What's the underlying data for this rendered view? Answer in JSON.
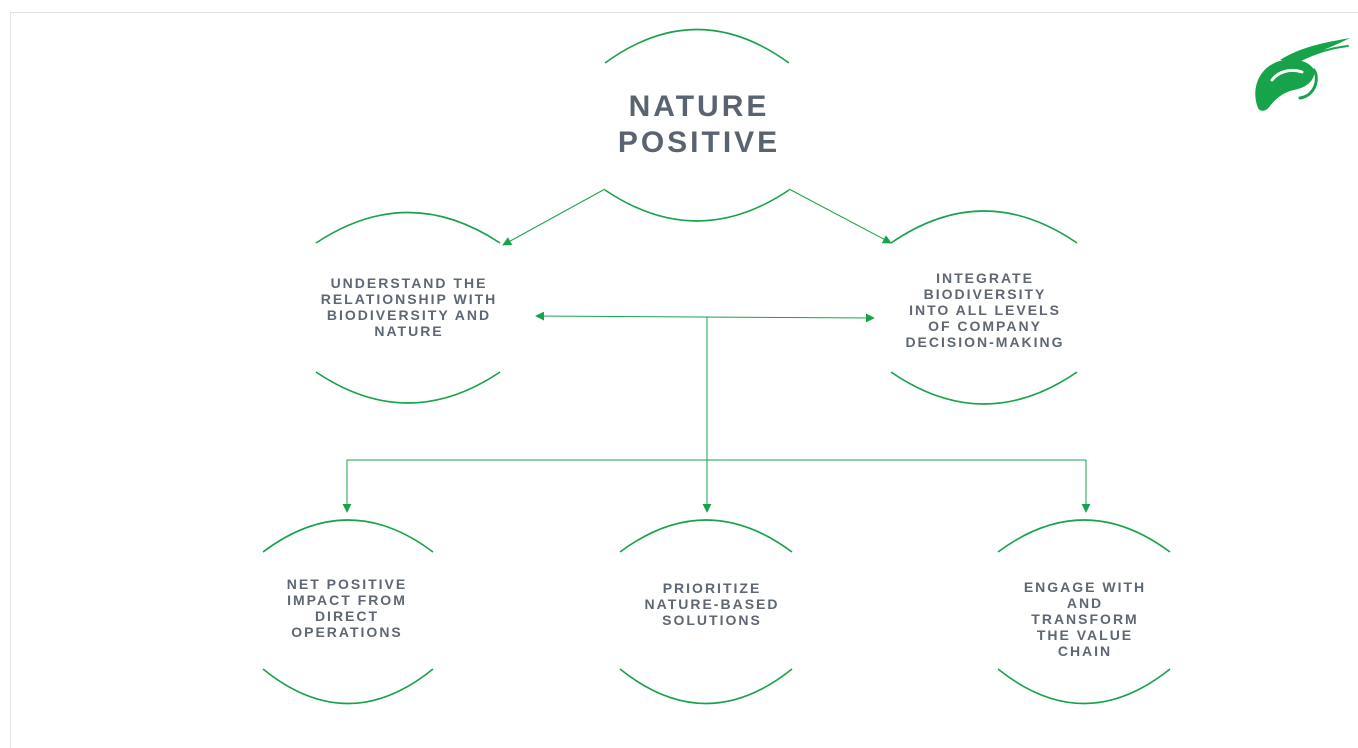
{
  "root": {
    "lines": [
      "NATURE",
      "POSITIVE"
    ]
  },
  "upper_nodes": [
    {
      "id": "understand",
      "lines": [
        "UNDERSTAND THE",
        "RELATIONSHIP WITH",
        "BIODIVERSITY AND",
        "NATURE"
      ]
    },
    {
      "id": "integrate",
      "lines": [
        "INTEGRATE",
        "BIODIVERSITY",
        "INTO ALL LEVELS",
        "OF COMPANY",
        "DECISION-MAKING"
      ]
    }
  ],
  "lower_nodes": [
    {
      "id": "net-positive",
      "lines": [
        "NET POSITIVE",
        "IMPACT FROM",
        "DIRECT",
        "OPERATIONS"
      ]
    },
    {
      "id": "prioritize",
      "lines": [
        "PRIORITIZE",
        "NATURE-BASED",
        "SOLUTIONS"
      ]
    },
    {
      "id": "engage",
      "lines": [
        "ENGAGE WITH",
        "AND",
        "TRANSFORM",
        "THE VALUE",
        "CHAIN"
      ]
    }
  ],
  "logo_icon": "leaf-bird-icon",
  "colors": {
    "accent": "#17a34a",
    "text": "#5e6772",
    "frame": "#e3e3e3"
  }
}
